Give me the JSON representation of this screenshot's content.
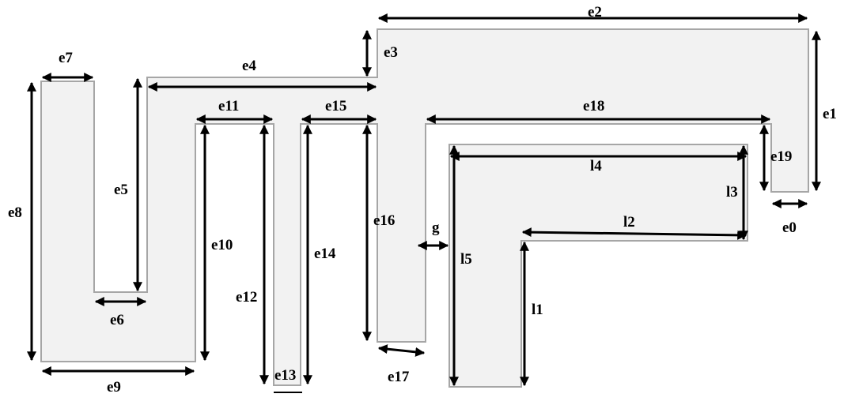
{
  "colors": {
    "fill": "#f2f2f2",
    "outline": "#a6a6a6",
    "dimension": "#000000"
  },
  "labels": {
    "e0": "e0",
    "e1": "e1",
    "e2": "e2",
    "e3": "e3",
    "e4": "e4",
    "e5": "e5",
    "e6": "e6",
    "e7": "e7",
    "e8": "e8",
    "e9": "e9",
    "e10": "e10",
    "e11": "e11",
    "e12": "e12",
    "e13": "e13",
    "e14": "e14",
    "e15": "e15",
    "e16": "e16",
    "e17": "e17",
    "e18": "e18",
    "e19": "e19",
    "l1": "l1",
    "l2": "l2",
    "l3": "l3",
    "l4": "l4",
    "l5": "l5",
    "g": "g"
  }
}
